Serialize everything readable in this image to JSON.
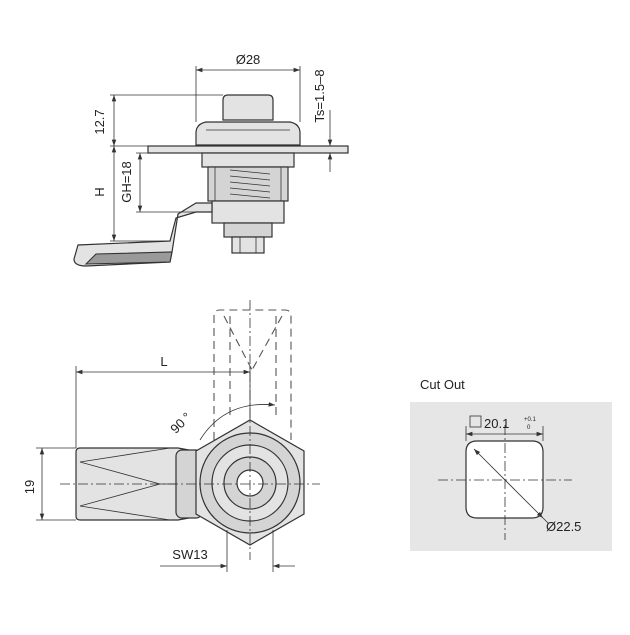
{
  "side_view": {
    "dim_diameter_top": "Ø28",
    "dim_height_upper": "12.7",
    "dim_thread_length": "GH=18",
    "dim_height_label": "H",
    "dim_panel_thickness": "Ts=1.5–8"
  },
  "front_view": {
    "dim_length": "L",
    "dim_angle": "90 °",
    "dim_width": "19",
    "dim_wrench": "SW13"
  },
  "cutout": {
    "title": "Cut Out",
    "dim_flat": "20.1",
    "tolerance_upper": "+0.1",
    "tolerance_lower": "0",
    "dim_diameter": "Ø22.5"
  }
}
